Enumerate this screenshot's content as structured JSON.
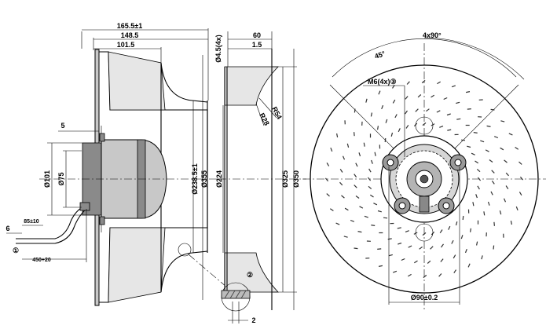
{
  "side_view": {
    "dims": {
      "overall_depth": "165.5±1",
      "depth_148": "148.5",
      "depth_101": "101.5",
      "flange_5": "5",
      "motor_d101": "Ø101",
      "motor_d75": "Ø75",
      "cable_85": "85±10",
      "cable_6": "6",
      "cable_450": "450+20",
      "marker_1": "①",
      "dia_238": "Ø238.5±1",
      "dia_355": "Ø355"
    }
  },
  "section_view": {
    "dims": {
      "hole_4_5": "Ø4.5(4x)",
      "width_60": "60",
      "width_1_5": "1.5",
      "radius_54": "R54",
      "radius_28": "R28",
      "dia_224": "Ø224",
      "dia_325": "Ø325",
      "dia_350": "Ø350",
      "marker_2": "②",
      "thickness_2": "2"
    }
  },
  "front_view": {
    "dims": {
      "angle_4x90": "4x90°",
      "angle_45": "45°",
      "thread_m6": "M6(4x)③",
      "dia_90": "Ø90±0.2"
    }
  }
}
